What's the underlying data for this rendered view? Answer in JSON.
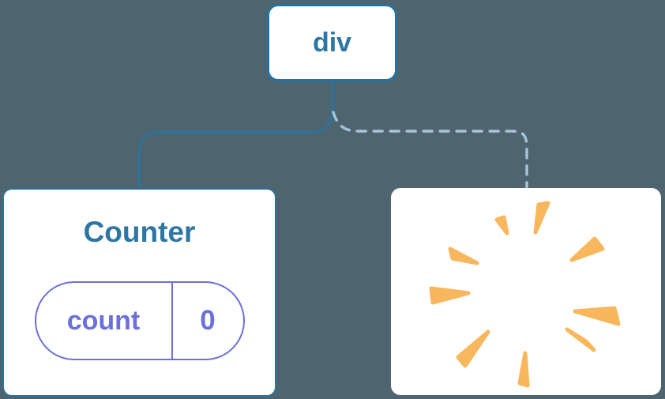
{
  "diagram": {
    "description": "React component tree: a div root keeps the Counter child (state preserved) while the second child is removed (poof)",
    "root_node": {
      "label": "div"
    },
    "counter_card": {
      "title": "Counter",
      "state_pill": {
        "key": "count",
        "value": "0"
      }
    },
    "poof_card": {
      "icon": "poof-burst-icon"
    },
    "connections": [
      {
        "from": "div",
        "to": "Counter",
        "style": "solid"
      },
      {
        "from": "div",
        "to": "removed-child",
        "style": "dashed"
      }
    ],
    "colors": {
      "background": "#4e6570",
      "card_background": "#ffffff",
      "node_border_blue": "#2273a4",
      "node_text_blue": "#2e76a3",
      "connector_solid": "#2d739e",
      "connector_dashed": "#a7c6da",
      "state_purple": "#6b70dd",
      "burst_orange": "#f8b75c"
    }
  }
}
